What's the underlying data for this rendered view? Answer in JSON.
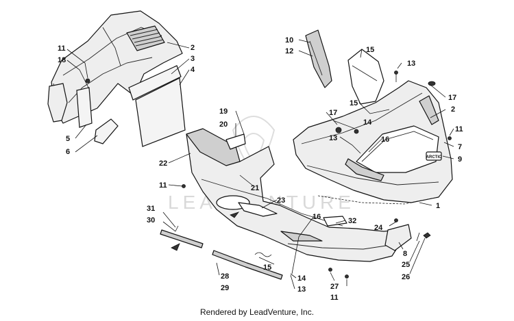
{
  "watermark": "LEADVENTURE",
  "footer": "Rendered by LeadVenture, Inc.",
  "callouts": {
    "c1": "1",
    "c2a": "2",
    "c2b": "2",
    "c3": "3",
    "c4": "4",
    "c5": "5",
    "c6": "6",
    "c7": "7",
    "c8": "8",
    "c9": "9",
    "c10": "10",
    "c11a": "11",
    "c11b": "11",
    "c11c": "11",
    "c11d": "11",
    "c12": "12",
    "c13a": "13",
    "c13b": "13",
    "c13c": "13",
    "c14a": "14",
    "c14b": "14",
    "c15a": "15",
    "c15b": "15",
    "c15c": "15",
    "c16a": "16",
    "c16b": "16",
    "c17a": "17",
    "c17b": "17",
    "c18": "18",
    "c19": "19",
    "c20": "20",
    "c21": "21",
    "c22": "22",
    "c23": "23",
    "c24": "24",
    "c25": "25",
    "c26": "26",
    "c27": "27",
    "c28": "28",
    "c29": "29",
    "c30": "30",
    "c31": "31",
    "c32": "32"
  },
  "hood_badge": "ARCTIC"
}
